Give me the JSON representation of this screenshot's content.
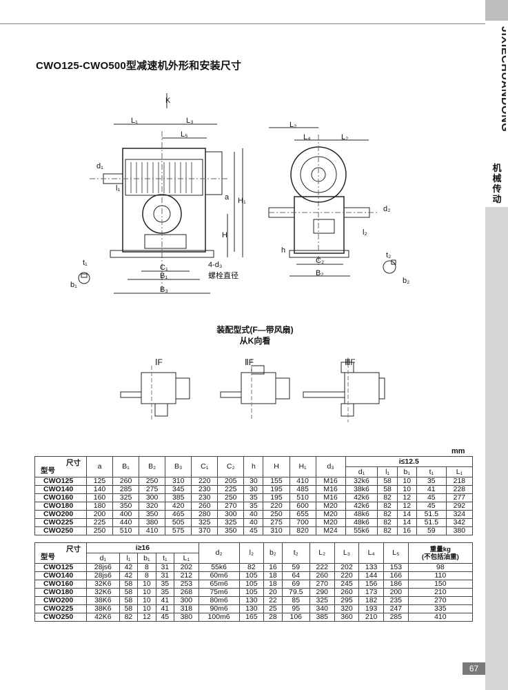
{
  "title": "CWO125-CWO500型减速机外形和安装尺寸",
  "brand": {
    "vertical_text": "JIXIECHUANDONG",
    "cn_text": "机械传动"
  },
  "drawing_labels": {
    "K": "K",
    "L1": "L₁",
    "L3": "L₃",
    "L5": "L₅",
    "d1": "d₁",
    "l1": "l₁",
    "a": "a",
    "H1": "H₁",
    "H": "H",
    "C1": "C₁",
    "B1": "B₁",
    "B3": "B₃",
    "d3": "4-d₃",
    "bolt": "螺栓直径",
    "t1": "t₁",
    "b1": "b₁",
    "L2": "L₂",
    "L4": "L₄",
    "L2b": "L₂",
    "d2": "d₂",
    "l2": "l₂",
    "h": "h",
    "C2": "C₂",
    "B2": "B₂",
    "t2": "t₂",
    "b2": "b₂"
  },
  "assembly": {
    "title": "装配型式(F—带风扇)",
    "subtitle": "从K向看",
    "views": [
      "ⅠF",
      "ⅡF",
      "ⅢF"
    ]
  },
  "unit": "mm",
  "table1": {
    "corner_top": "尺寸",
    "corner_bottom": "型号",
    "headers": [
      "a",
      "B₁",
      "B₂",
      "B₃",
      "C₁",
      "C₂",
      "h",
      "H",
      "H₁",
      "d₃"
    ],
    "group_header": "i≤12.5",
    "sub_headers": [
      "d₁",
      "l₁",
      "b₁",
      "t₁",
      "L₁"
    ],
    "rows": [
      [
        "CWO125",
        "125",
        "260",
        "250",
        "310",
        "220",
        "205",
        "30",
        "155",
        "410",
        "M16",
        "32k6",
        "58",
        "10",
        "35",
        "218"
      ],
      [
        "CWO140",
        "140",
        "285",
        "275",
        "345",
        "230",
        "225",
        "30",
        "195",
        "485",
        "M16",
        "38k6",
        "58",
        "10",
        "41",
        "228"
      ],
      [
        "CWO160",
        "160",
        "325",
        "300",
        "385",
        "230",
        "250",
        "35",
        "195",
        "510",
        "M16",
        "42k6",
        "82",
        "12",
        "45",
        "277"
      ],
      [
        "CWO180",
        "180",
        "350",
        "320",
        "420",
        "260",
        "270",
        "35",
        "220",
        "600",
        "M20",
        "42k6",
        "82",
        "12",
        "45",
        "292"
      ],
      [
        "CWO200",
        "200",
        "400",
        "350",
        "465",
        "280",
        "300",
        "40",
        "250",
        "655",
        "M20",
        "48k6",
        "82",
        "14",
        "51.5",
        "324"
      ],
      [
        "CWO225",
        "225",
        "440",
        "380",
        "505",
        "325",
        "325",
        "40",
        "275",
        "700",
        "M20",
        "48k6",
        "82",
        "14",
        "51.5",
        "342"
      ],
      [
        "CWO250",
        "250",
        "510",
        "410",
        "575",
        "370",
        "350",
        "45",
        "310",
        "820",
        "M24",
        "55k6",
        "82",
        "16",
        "59",
        "380"
      ]
    ]
  },
  "table2": {
    "corner_top": "尺寸",
    "corner_bottom": "型号",
    "group_header": "i≥16",
    "sub_headers": [
      "d₁",
      "l₁",
      "b₁",
      "t₁",
      "L₁"
    ],
    "headers": [
      "d₂",
      "l₂",
      "b₂",
      "t₂",
      "L₂",
      "L₃",
      "L₄",
      "L₅"
    ],
    "weight_header": "重量kg",
    "weight_sub": "(不包括油重)",
    "rows": [
      [
        "CWO125",
        "28js6",
        "42",
        "8",
        "31",
        "202",
        "55k6",
        "82",
        "16",
        "59",
        "222",
        "202",
        "133",
        "153",
        "98"
      ],
      [
        "CWO140",
        "28js6",
        "42",
        "8",
        "31",
        "212",
        "60m6",
        "105",
        "18",
        "64",
        "260",
        "220",
        "144",
        "166",
        "110"
      ],
      [
        "CWO160",
        "32K6",
        "58",
        "10",
        "35",
        "253",
        "65m6",
        "105",
        "18",
        "69",
        "270",
        "245",
        "156",
        "186",
        "150"
      ],
      [
        "CWO180",
        "32K6",
        "58",
        "10",
        "35",
        "268",
        "75m6",
        "105",
        "20",
        "79.5",
        "290",
        "260",
        "173",
        "200",
        "210"
      ],
      [
        "CWO200",
        "38K6",
        "58",
        "10",
        "41",
        "300",
        "80m6",
        "130",
        "22",
        "85",
        "325",
        "295",
        "182",
        "235",
        "270"
      ],
      [
        "CWO225",
        "38K6",
        "58",
        "10",
        "41",
        "318",
        "90m6",
        "130",
        "25",
        "95",
        "340",
        "320",
        "193",
        "247",
        "335"
      ],
      [
        "CWO250",
        "42K6",
        "82",
        "12",
        "45",
        "380",
        "100m6",
        "165",
        "28",
        "106",
        "385",
        "360",
        "210",
        "285",
        "410"
      ]
    ]
  },
  "page_number": "67"
}
